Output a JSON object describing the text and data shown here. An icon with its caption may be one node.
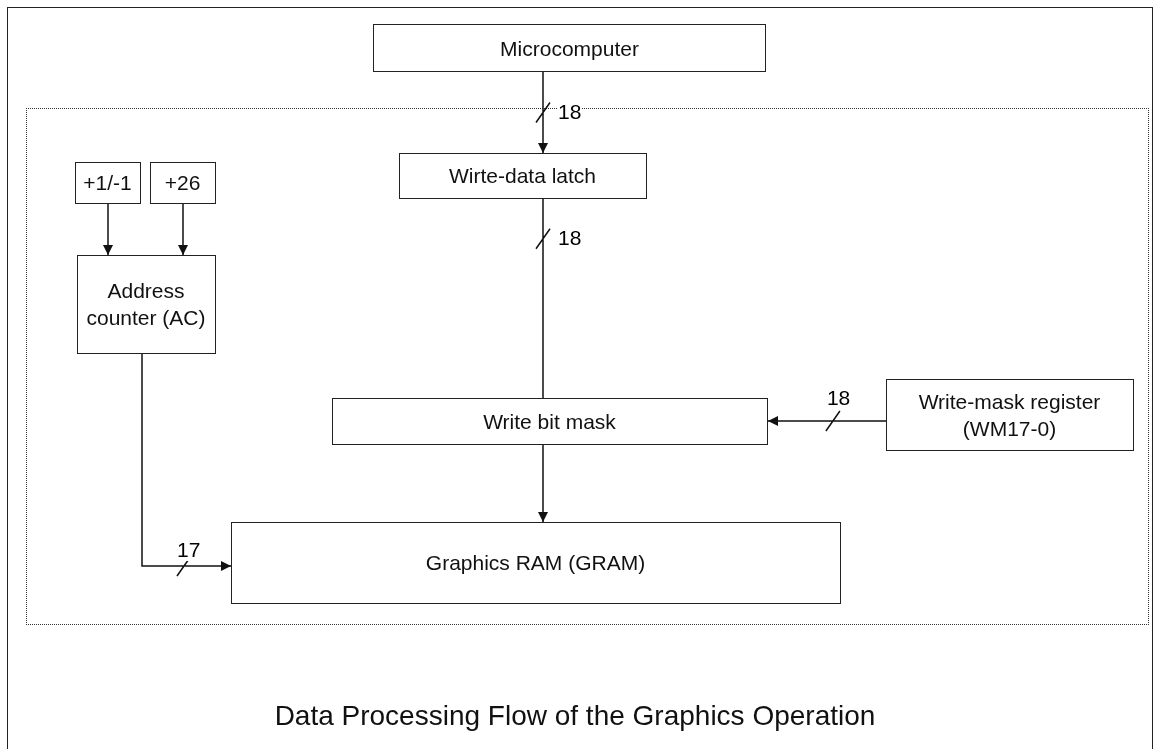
{
  "diagram": {
    "caption": "Data Processing Flow of the Graphics Operation",
    "nodes": [
      {
        "text": [
          "Microcomputer"
        ]
      },
      {
        "text": [],
        "shape": "box"
      },
      {
        "text": [
          "+1/-1"
        ],
        "in": 1
      },
      {
        "text": [
          "+26"
        ],
        "in": 1
      },
      {
        "text": [
          "Wirte-data latch"
        ],
        "in": 1
      },
      {
        "text": [
          "Address counter (AC)"
        ],
        "in": 1
      },
      {
        "text": [
          "Write bit mask"
        ],
        "in": 1
      },
      {
        "text": [
          "Write-mask register (WM17-0)"
        ],
        "in": 1
      },
      {
        "text": [
          "Graphics RAM (GRAM)"
        ],
        "in": 1
      }
    ],
    "edges": [
      {
        "from": 0,
        "to": 4,
        "arrow": "to",
        "label": "18"
      },
      {
        "from": 2,
        "to": 5,
        "arrow": "to"
      },
      {
        "from": 3,
        "to": 5,
        "arrow": "to"
      },
      {
        "from": 4,
        "to": 6,
        "arrow": "none",
        "label": "18"
      },
      {
        "from": 7,
        "to": 6,
        "arrow": "to",
        "label": "18"
      },
      {
        "from": 6,
        "to": 8,
        "arrow": "to"
      },
      {
        "from": 5,
        "to": 8,
        "arrow": "to",
        "label": "17"
      }
    ]
  }
}
